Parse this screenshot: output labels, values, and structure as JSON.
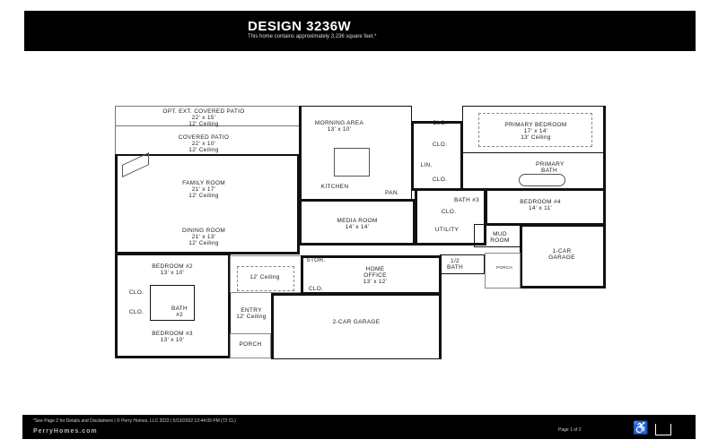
{
  "header": {
    "title": "DESIGN 3236W",
    "subtitle": "This home contains approximately 3,236 square feet.*"
  },
  "rooms": [
    {
      "name": "OPT. EXT. COVERED PATIO",
      "size": "22' x 15'",
      "ceiling": "12' Ceiling"
    },
    {
      "name": "COVERED PATIO",
      "size": "22' x 10'",
      "ceiling": "12' Ceiling"
    },
    {
      "name": "FAMILY ROOM",
      "size": "21' x 17'",
      "ceiling": "12' Ceiling"
    },
    {
      "name": "DINING ROOM",
      "size": "21' x 13'",
      "ceiling": "12' Ceiling"
    },
    {
      "name": "MORNING AREA",
      "size": "13' x 10'"
    },
    {
      "name": "KITCHEN"
    },
    {
      "name": "PAN."
    },
    {
      "name": "MEDIA ROOM",
      "size": "14' x 14'"
    },
    {
      "name": "CLO."
    },
    {
      "name": "CLO."
    },
    {
      "name": "LIN."
    },
    {
      "name": "CLO."
    },
    {
      "name": "PRIMARY BEDROOM",
      "size": "17' x 14'",
      "ceiling": "13' Ceiling"
    },
    {
      "name": "PRIMARY BATH"
    },
    {
      "name": "BATH #3"
    },
    {
      "name": "CLO."
    },
    {
      "name": "BEDROOM #4",
      "size": "14' x 11'"
    },
    {
      "name": "UTILITY"
    },
    {
      "name": "MUD ROOM"
    },
    {
      "name": "1-CAR GARAGE"
    },
    {
      "name": "BEDROOM #2",
      "size": "13' x 10'"
    },
    {
      "name": "CLO."
    },
    {
      "name": "CLO."
    },
    {
      "name": "BATH #2"
    },
    {
      "name": "BEDROOM #3",
      "size": "13' x 10'"
    },
    {
      "name": "12' Ceiling"
    },
    {
      "name": "ENTRY",
      "ceiling": "12' Ceiling"
    },
    {
      "name": "PORCH"
    },
    {
      "name": "STOR."
    },
    {
      "name": "CLO."
    },
    {
      "name": "HOME OFFICE",
      "size": "13' x 12'"
    },
    {
      "name": "2-CAR GARAGE"
    },
    {
      "name": "1/2 BATH"
    },
    {
      "name": "PORCH"
    }
  ],
  "footer": {
    "disclaimer": "*See Page 2 for Details and Disclaimers | © Perry Homes, LLC 2022 | 5/13/2022 12:44:05 PM (72 CL)",
    "website": "PerryHomes.com",
    "page": "Page 1 of 2",
    "icons": [
      "accessibility-icon",
      "equal-housing-icon"
    ]
  }
}
